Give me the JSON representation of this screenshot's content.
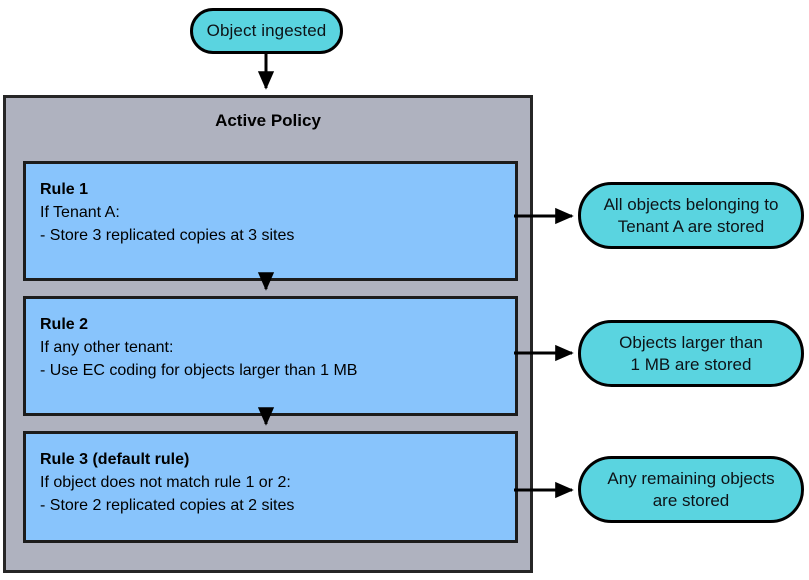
{
  "diagram": {
    "title": "Active Policy",
    "start_node": {
      "label": "Object ingested"
    },
    "container": {
      "title": "Active Policy"
    },
    "rules": [
      {
        "title": "Rule 1",
        "condition": "If Tenant A:",
        "action": "- Store 3 replicated copies at 3 sites",
        "result_line_1": "All objects belonging to",
        "result_line_2": "Tenant A are stored"
      },
      {
        "title": "Rule 2",
        "condition": "If any other tenant:",
        "action": "- Use EC coding for objects larger than 1 MB",
        "result_line_1": "Objects larger than",
        "result_line_2": "1 MB are stored"
      },
      {
        "title": "Rule 3 (default rule)",
        "condition": "If object does not match rule 1 or 2:",
        "action": "- Store 2 replicated copies at 2 sites",
        "result_line_1": "Any remaining objects",
        "result_line_2": "are stored"
      }
    ],
    "colors": {
      "capsule_fill": "#5AD4E0",
      "rule_fill": "#88C4FC",
      "container_fill": "#AFB2BF",
      "stroke": "#000000",
      "text": "#000000",
      "background": "#FFFFFF"
    }
  }
}
